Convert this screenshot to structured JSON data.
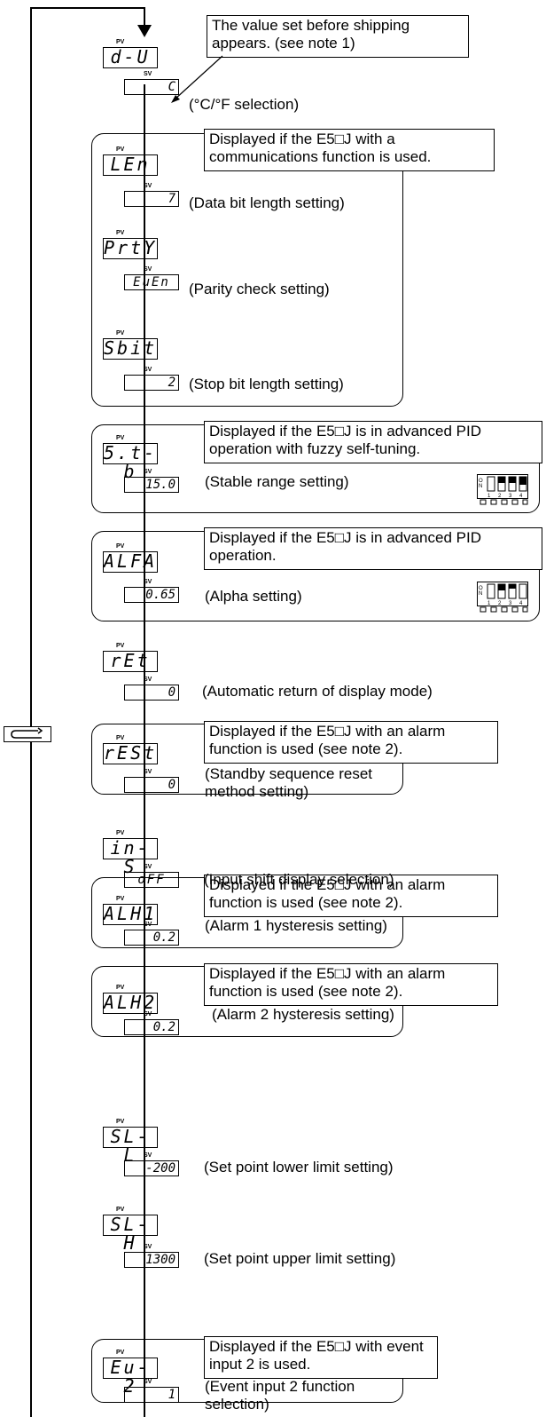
{
  "loop_key": {
    "icon": "loop-arrow-icon"
  },
  "steps": [
    {
      "id": "d-u",
      "pv": "d-U",
      "sv": "C",
      "label": "(°C/°F selection)",
      "note": "The value set before shipping appears. (see note 1)"
    },
    {
      "id": "len",
      "pv": "LEn",
      "sv": "7",
      "label": "(Data bit length setting)"
    },
    {
      "id": "prty",
      "pv": "PrtY",
      "sv": "EuEn",
      "label": "(Parity check setting)"
    },
    {
      "id": "sbit",
      "pv": "Sbit",
      "sv": "2",
      "label": "(Stop bit length setting)"
    },
    {
      "id": "st-b",
      "pv": "5.t-b",
      "sv": "15.0",
      "label": "(Stable range setting)"
    },
    {
      "id": "alfa",
      "pv": "ALFA",
      "sv": "0.65",
      "label": "(Alpha setting)"
    },
    {
      "id": "ret",
      "pv": "rEt",
      "sv": "0",
      "label": "(Automatic return of display mode)"
    },
    {
      "id": "rest",
      "pv": "rESt",
      "sv": "0",
      "label": "(Standby sequence reset method setting)"
    },
    {
      "id": "in-s",
      "pv": "in-S",
      "sv": "oFF",
      "label": "(Input shift display selection)"
    },
    {
      "id": "alh1",
      "pv": "ALH1",
      "sv": "0.2",
      "label": "(Alarm 1 hysteresis setting)"
    },
    {
      "id": "alh2",
      "pv": "ALH2",
      "sv": "0.2",
      "label": "(Alarm 2 hysteresis setting)"
    },
    {
      "id": "sl-l",
      "pv": "SL-L",
      "sv": "-200",
      "label": "(Set point lower limit setting)"
    },
    {
      "id": "sl-h",
      "pv": "SL-H",
      "sv": "1300",
      "label": "(Set point upper limit setting)"
    },
    {
      "id": "ev-2",
      "pv": "Eu-2",
      "sv": "1",
      "label": "(Event input 2 function selection)"
    }
  ],
  "notes": {
    "comm": "Displayed if the E5□J with a communications function is used.",
    "fuzzy": "Displayed if the E5□J is in advanced PID operation with fuzzy self-tuning.",
    "pid": "Displayed if the E5□J is in advanced PID operation.",
    "alarm": "Displayed if the E5□J with an alarm function is used (see note 2).",
    "event": "Displayed if the E5□J with event input 2 is used."
  },
  "tags": {
    "pv": "PV",
    "sv": "SV",
    "on": "ON"
  },
  "dip_numbers": [
    "1",
    "2",
    "3",
    "4"
  ]
}
